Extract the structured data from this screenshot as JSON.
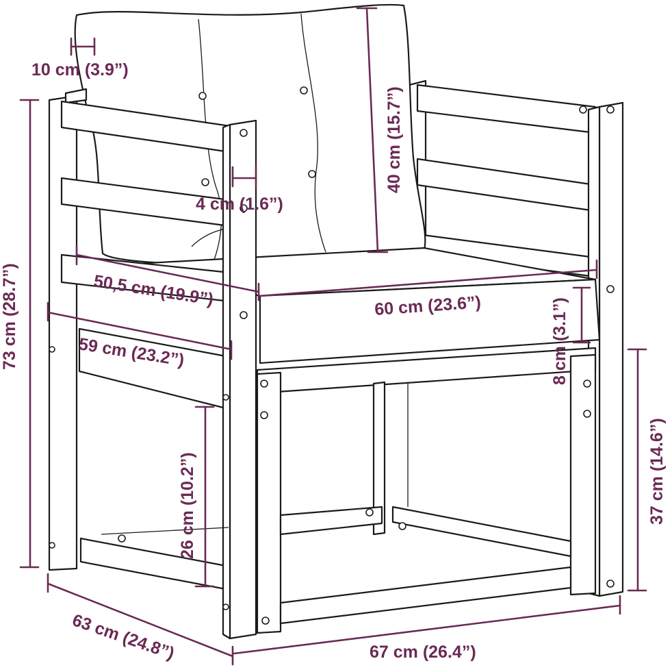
{
  "diagram": {
    "dimensions": {
      "armrest_width": "10 cm (3.9”)",
      "backrest_height": "40 cm (15.7”)",
      "cushion_thickness": "4 cm (1.6”)",
      "total_height": "73 cm (28.7”)",
      "seat_depth": "50,5 cm (19.9”)",
      "seat_width": "60 cm (23.6”)",
      "seat_cushion_height": "8 cm (3.1”)",
      "inner_depth": "59 cm (23.2”)",
      "leg_clearance": "26 cm (10.2”)",
      "seat_height": "37 cm (14.6”)",
      "total_depth": "63 cm (24.8”)",
      "total_width": "67 cm (26.4”)"
    },
    "colors": {
      "dimension": "#6b2a55",
      "line": "#1a1a1a"
    }
  }
}
